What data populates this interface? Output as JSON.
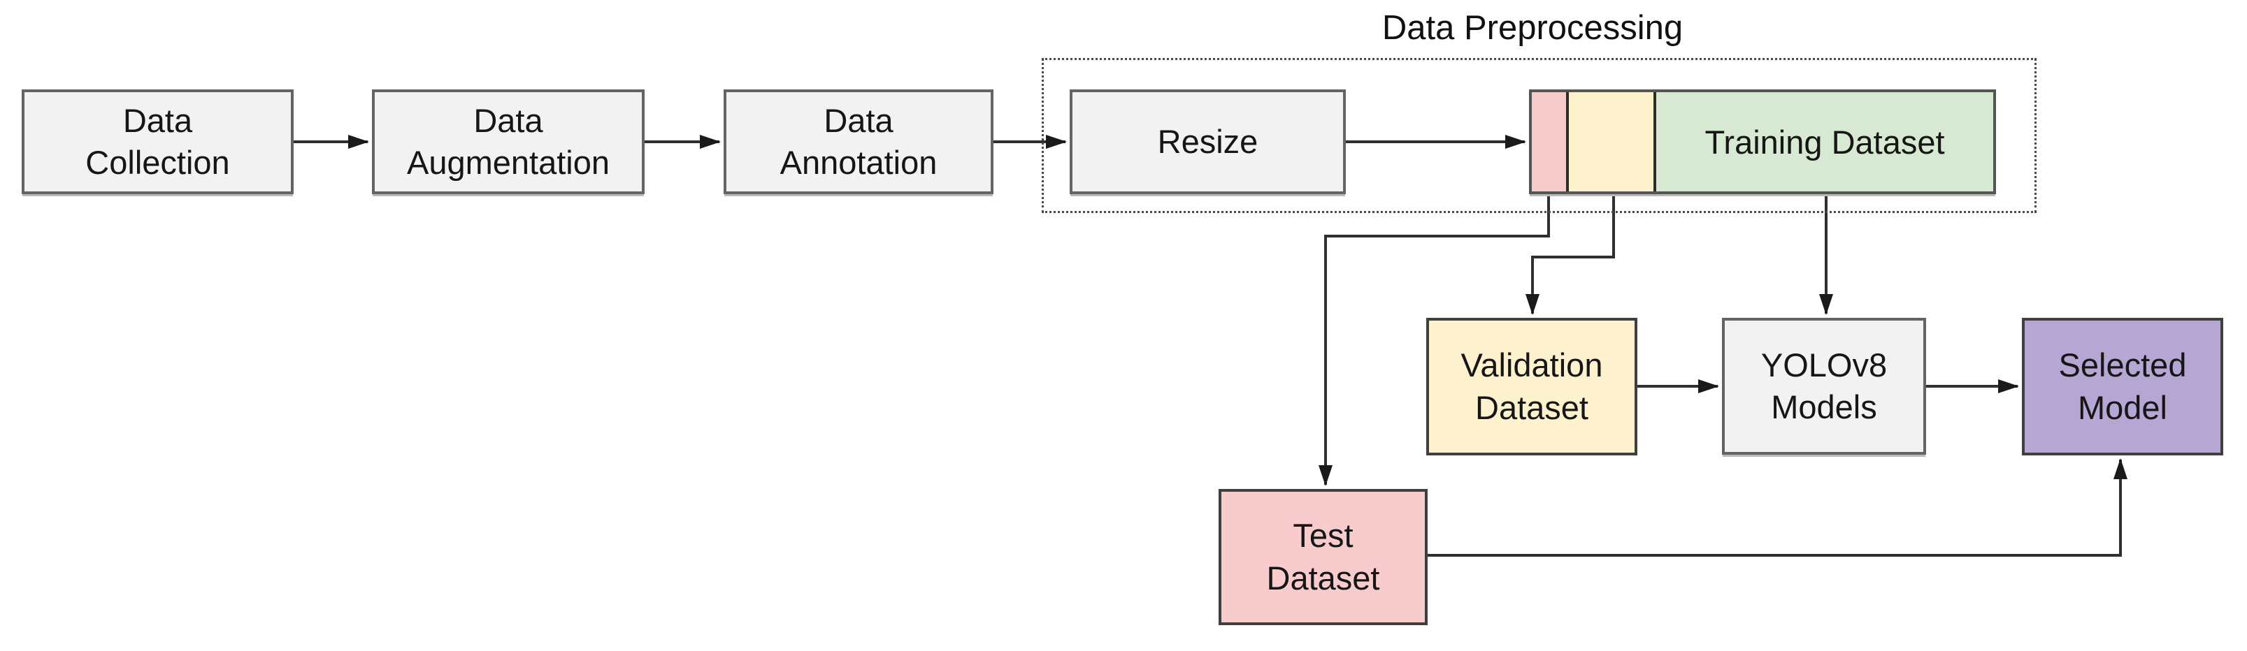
{
  "diagram": {
    "title": "Data Preprocessing",
    "nodes": {
      "data_collection": {
        "label": "Data\nCollection",
        "fill": "#f2f2f2"
      },
      "data_augmentation": {
        "label": "Data\nAugmentation",
        "fill": "#f2f2f2"
      },
      "data_annotation": {
        "label": "Data\nAnnotation",
        "fill": "#f2f2f2"
      },
      "resize": {
        "label": "Resize",
        "fill": "#f2f2f2"
      },
      "training_dataset": {
        "label": "Training Dataset",
        "fill": "#d7e9d2"
      },
      "validation_dataset": {
        "label": "Validation\nDataset",
        "fill": "#fdf2cd"
      },
      "yolov8_models": {
        "label": "YOLOv8\nModels",
        "fill": "#f2f2f2"
      },
      "selected_model": {
        "label": "Selected\nModel",
        "fill": "#b6a6d4"
      },
      "test_dataset": {
        "label": "Test\nDataset",
        "fill": "#f8cbcd"
      }
    },
    "split_bar_segments": [
      {
        "name": "test-share",
        "color": "#f8cbcd"
      },
      {
        "name": "validation-share",
        "color": "#fdf2cd"
      },
      {
        "name": "training-share",
        "color": "#d7e9d2",
        "label": "Training Dataset"
      }
    ],
    "edges": [
      {
        "from": "data_collection",
        "to": "data_augmentation"
      },
      {
        "from": "data_augmentation",
        "to": "data_annotation"
      },
      {
        "from": "data_annotation",
        "to": "resize"
      },
      {
        "from": "resize",
        "to": "split_bar"
      },
      {
        "from": "split_bar_pink",
        "to": "test_dataset"
      },
      {
        "from": "split_bar_yellow",
        "to": "validation_dataset"
      },
      {
        "from": "training_dataset",
        "to": "yolov8_models"
      },
      {
        "from": "validation_dataset",
        "to": "yolov8_models"
      },
      {
        "from": "yolov8_models",
        "to": "selected_model"
      },
      {
        "from": "test_dataset",
        "to": "selected_model"
      }
    ],
    "colors": {
      "line": "#2f2f2f",
      "gray_node_border": "#646464",
      "colored_node_border": "#3f3f3f",
      "group_border": "#4a4a4a",
      "text": "#161616"
    }
  }
}
